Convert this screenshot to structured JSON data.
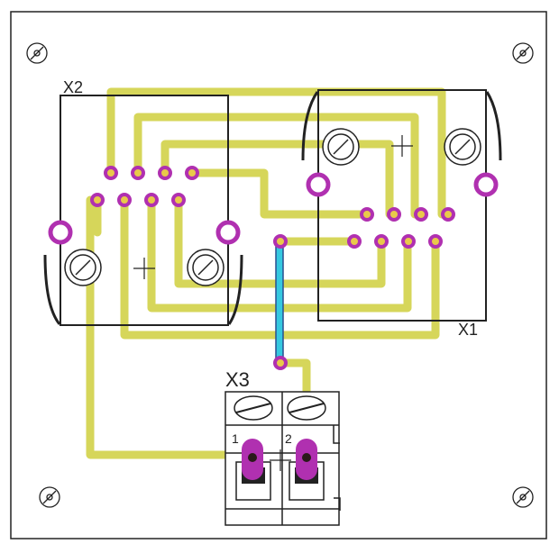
{
  "labels": {
    "x1": "X1",
    "x2": "X2",
    "x3": "X3",
    "pin1": "1",
    "pin2": "2"
  },
  "colors": {
    "background": "#ffffff",
    "outline": "#222222",
    "trace": "#d6d65a",
    "pad": "#b030b0",
    "pad_fill": "#e9c94a",
    "jumper": "#35c8e0",
    "jumper_border": "#2a4f8f"
  },
  "icons": [
    "mounting-hole-icon",
    "screw-icon",
    "crosshair-icon"
  ]
}
